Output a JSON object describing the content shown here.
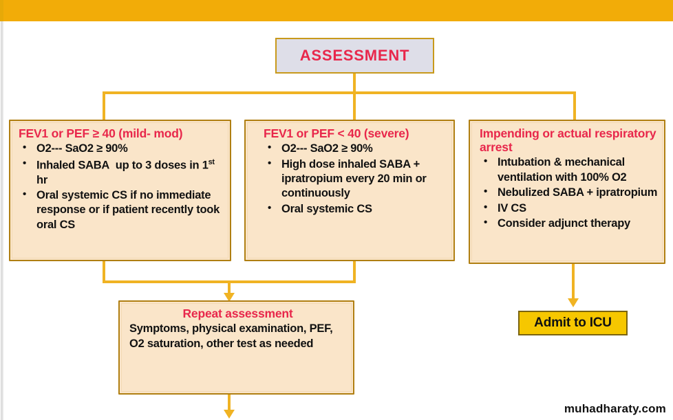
{
  "banner": {
    "color": "#F2AC08"
  },
  "assessment": {
    "title": "ASSESSMENT"
  },
  "columns": [
    {
      "header": "FEV1 or PEF ≥ 40 (mild- mod)",
      "items": [
        "O2--- SaO2 ≥ 90%",
        "Inhaled SABA  up to 3 doses in 1st hr",
        "Oral systemic CS if no immediate response or if patient recently took oral CS"
      ]
    },
    {
      "header": "FEV1 or PEF < 40 (severe)",
      "items": [
        "O2---  SaO2 ≥ 90%",
        "High dose inhaled SABA + ipratropium every 20 min or continuously",
        "Oral systemic CS"
      ]
    },
    {
      "header": "Impending or actual respiratory arrest",
      "items": [
        "Intubation & mechanical ventilation with 100% O2",
        "Nebulized SABA  + ipratropium",
        "IV CS",
        "Consider adjunct therapy"
      ]
    }
  ],
  "repeat_assessment": {
    "header": "Repeat assessment",
    "body": "Symptoms, physical examination, PEF, O2 saturation, other test as needed"
  },
  "admit": {
    "label": "Admit to ICU"
  },
  "watermark": {
    "text": "muhadharaty.com"
  },
  "colors": {
    "banner": "#F2AC08",
    "box_fill": "#FAE5C9",
    "box_border": "#B07F12",
    "header_text": "#E8274B",
    "body_text": "#111111",
    "connector": "#F0B323",
    "admit_fill": "#F6C700",
    "assessment_fill": "#DEDEE8"
  }
}
